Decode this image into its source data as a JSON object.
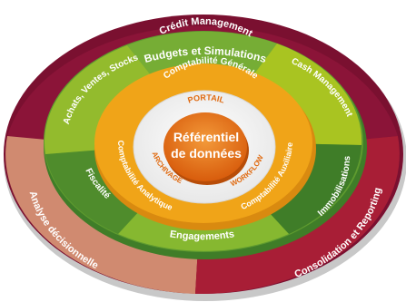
{
  "center": {
    "line1": "Référentiel",
    "line2": "de données"
  },
  "inner_ring": {
    "portail": "PORTAIL",
    "archivage": "ARCHIVAGE",
    "workflow": "WORKFLOW"
  },
  "accounting_ring": {
    "generale": "Comptabilité Générale",
    "analytique": "Comptabilité Analytique",
    "auxiliaire": "Comptabilité Auxiliaire"
  },
  "middle_ring": {
    "credit": "Crédit Management",
    "achats": "Achats, Ventes, Stocks",
    "cash": "Cash Management",
    "fiscalite": "Fiscalité",
    "immobilisations": "Immobilisations",
    "engagements": "Engagements"
  },
  "outer_ring": {
    "budgets": "Budgets et Simulations",
    "analyse": "Analyse décisionnelle",
    "consolidation": "Consolidation et Reporting"
  },
  "colors": {
    "outer_top": "#8b1438",
    "outer_left": "#d08a70",
    "outer_right": "#a81e36",
    "middle_green": "#5f9b2f",
    "middle_dark": "#3f7d28",
    "accounting_ring": "#f0a418",
    "inner_ring": "#ffffff",
    "center": "#e2660f"
  }
}
